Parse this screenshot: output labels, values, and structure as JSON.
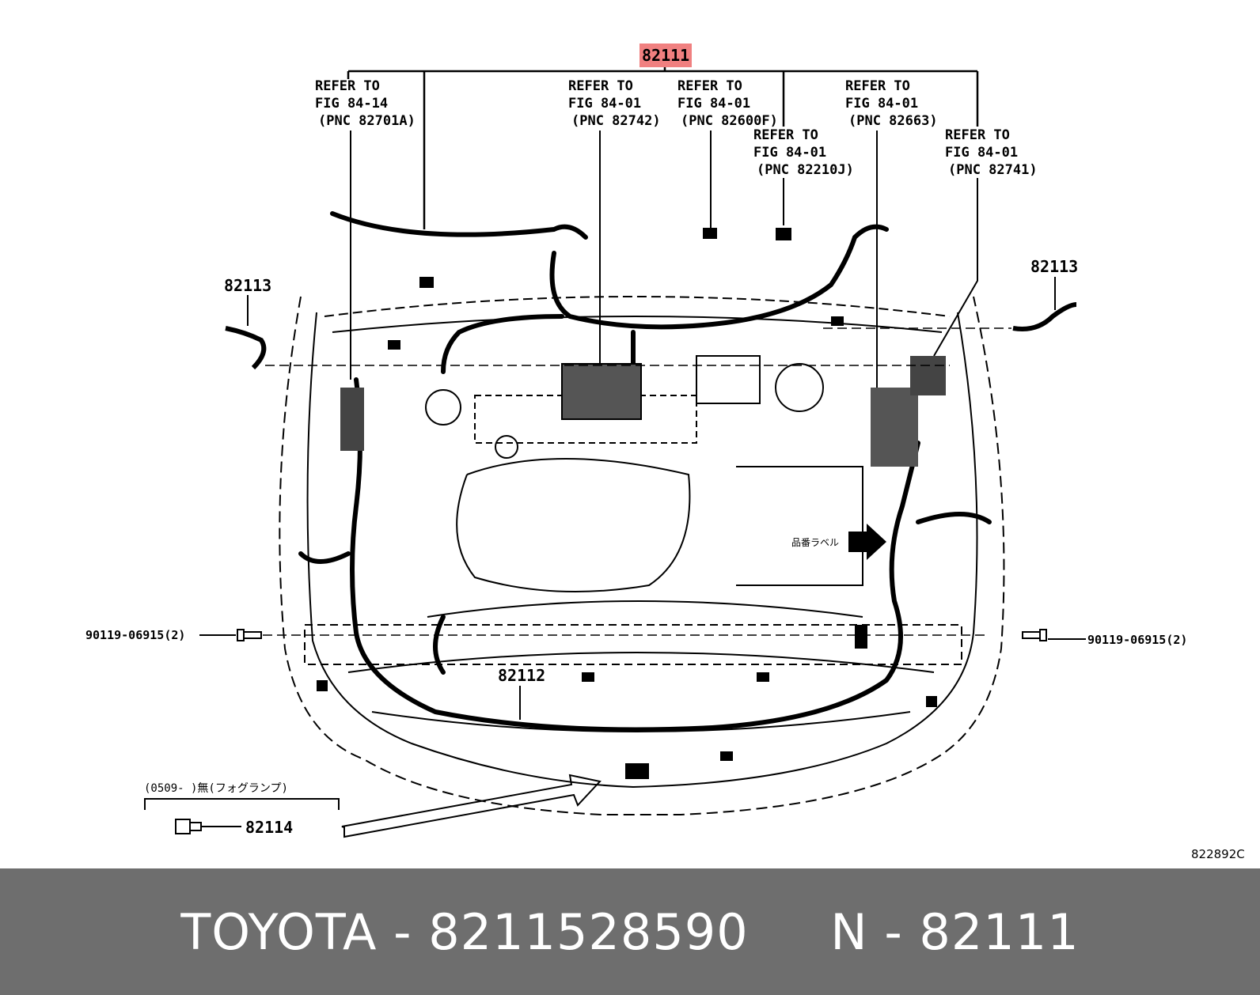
{
  "diagram": {
    "main_part": "82111",
    "refs": [
      {
        "line1": "REFER TO",
        "line2": "FIG 84-14",
        "line3": "(PNC 82701A)"
      },
      {
        "line1": "REFER TO",
        "line2": "FIG 84-01",
        "line3": "(PNC 82742)"
      },
      {
        "line1": "REFER TO",
        "line2": "FIG 84-01",
        "line3": "(PNC 82600F)"
      },
      {
        "line1": "REFER TO",
        "line2": "FIG 84-01",
        "line3": "(PNC 82210J)"
      },
      {
        "line1": "REFER TO",
        "line2": "FIG 84-01",
        "line3": "(PNC 82663)"
      },
      {
        "line1": "REFER TO",
        "line2": "FIG 84-01",
        "line3": "(PNC 82741)"
      }
    ],
    "left_connector": "82113",
    "right_connector": "82113",
    "left_bolt": "90119-06915(2)",
    "right_bolt": "90119-06915(2)",
    "front_harness": "82112",
    "fog_note": "(0509-     )無(フォグランプ)",
    "fog_part": "82114",
    "label_note": "品番ラベル",
    "figure_id": "822892C"
  },
  "footer": {
    "brand": "TOYOTA",
    "sep1": " - ",
    "part_number": "8211528590",
    "gap": "     ",
    "prefix": "N",
    "sep2": " - ",
    "pnc": "82111"
  },
  "colors": {
    "highlight": "#f08080",
    "footer_bg": "#6e6e6e",
    "footer_text": "#ffffff"
  }
}
